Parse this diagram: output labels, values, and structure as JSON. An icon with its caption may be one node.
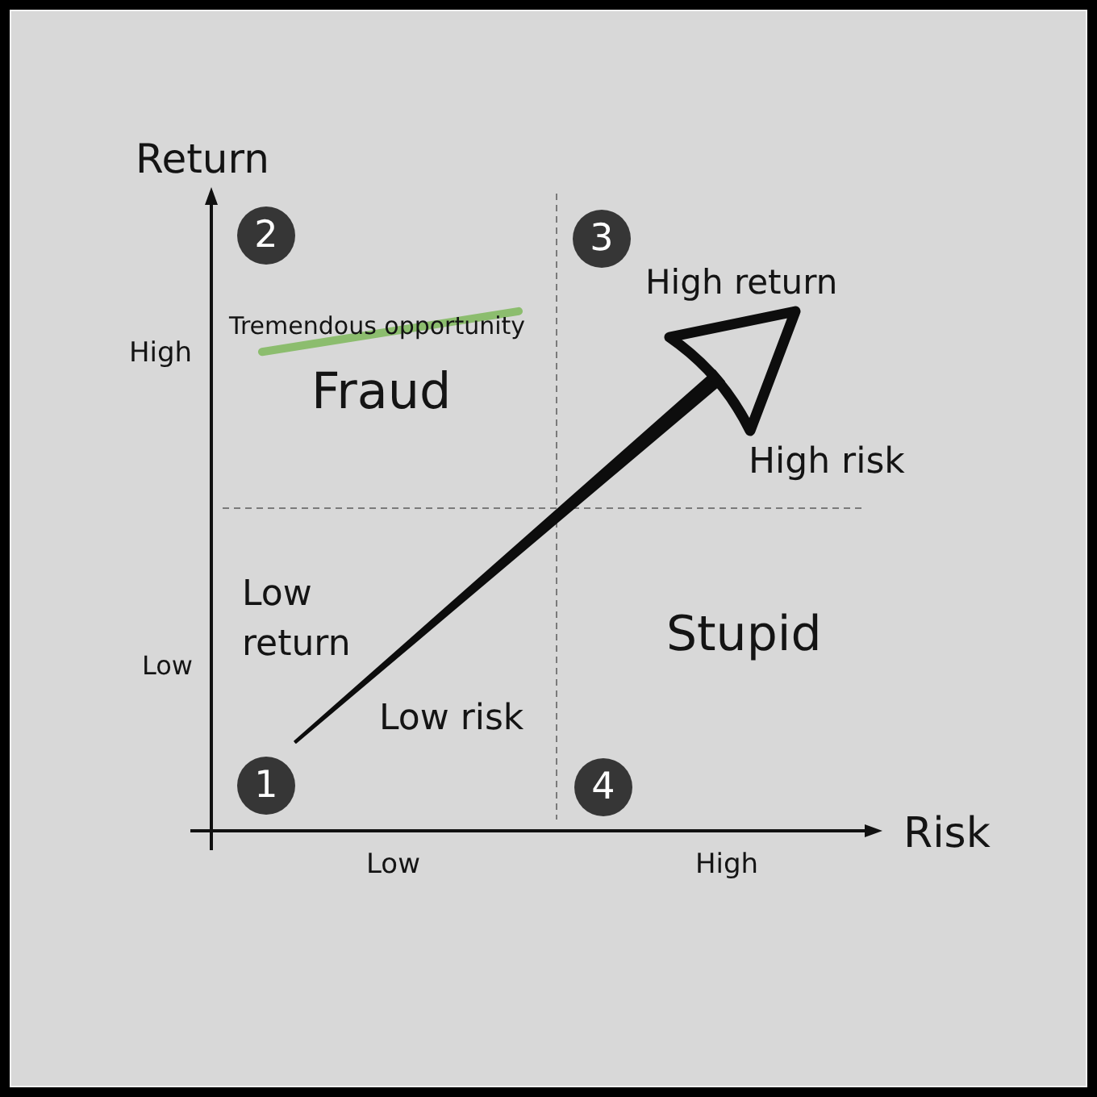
{
  "diagram": {
    "nodes": [
      {
        "text": [
          "2"
        ]
      },
      {
        "text": [
          "3"
        ]
      },
      {
        "text": [
          "1"
        ]
      },
      {
        "text": [
          "4"
        ]
      }
    ],
    "labels": [
      "Return",
      "High return",
      "High",
      "Tremendous opportunity",
      "Fraud",
      "High risk",
      "Low return",
      "Stupid",
      "Low",
      "Low risk",
      "Risk",
      "Low",
      "High"
    ]
  }
}
